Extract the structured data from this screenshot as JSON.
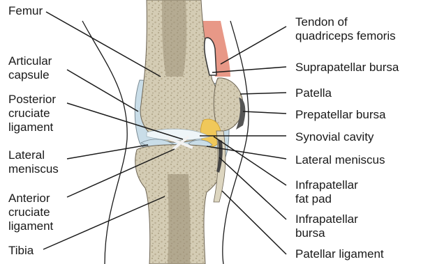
{
  "labels": {
    "femur": [
      "Femur"
    ],
    "articular_capsule": [
      "Articular",
      "capsule"
    ],
    "posterior_cruciate_ligament": [
      "Posterior",
      "cruciate",
      "ligament"
    ],
    "lateral_meniscus_left": [
      "Lateral",
      "meniscus"
    ],
    "anterior_cruciate_ligament": [
      "Anterior",
      "cruciate",
      "ligament"
    ],
    "tibia": [
      "Tibia"
    ],
    "tendon_of_quadriceps_femoris": [
      "Tendon of",
      "quadriceps femoris"
    ],
    "suprapatellar_bursa": [
      "Suprapatellar bursa"
    ],
    "patella": [
      "Patella"
    ],
    "prepatellar_bursa": [
      "Prepatellar bursa"
    ],
    "synovial_cavity": [
      "Synovial cavity"
    ],
    "lateral_meniscus_right": [
      "Lateral meniscus"
    ],
    "infrapatellar_fat_pad": [
      "Infrapatellar",
      "fat pad"
    ],
    "infrapatellar_bursa": [
      "Infrapatellar",
      "bursa"
    ],
    "patellar_ligament": [
      "Patellar ligament"
    ]
  },
  "colors": {
    "bone": "#d8d2bd",
    "bone_spongy": "#b9ae93",
    "marrow": "#8f836c",
    "cartilage": "#c9dde8",
    "fat_pad": "#f0c85a",
    "muscle": "#e48672",
    "outline": "#1a1a1a"
  }
}
